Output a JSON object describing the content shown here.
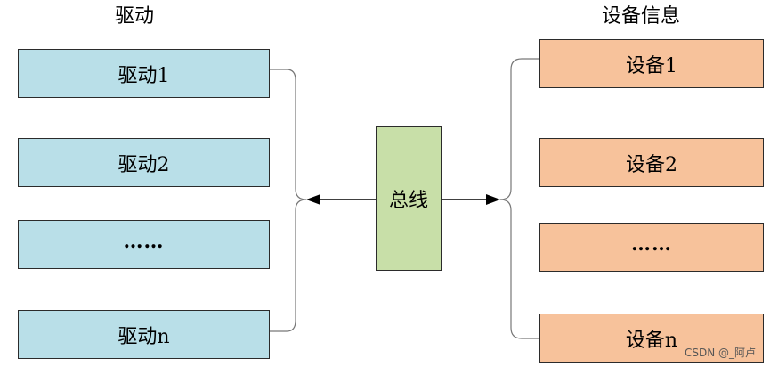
{
  "titles": {
    "drivers": "驱动",
    "devices": "设备信息"
  },
  "drivers": [
    "驱动1",
    "驱动2",
    "……",
    "驱动n"
  ],
  "devices": [
    "设备1",
    "设备2",
    "……",
    "设备n"
  ],
  "bus": "总线",
  "watermark": "CSDN @_阿卢",
  "colors": {
    "driver": "#b9dfe8",
    "device": "#f7c29b",
    "bus": "#c8dfa8",
    "line": "#777777",
    "arrow": "#000000"
  }
}
